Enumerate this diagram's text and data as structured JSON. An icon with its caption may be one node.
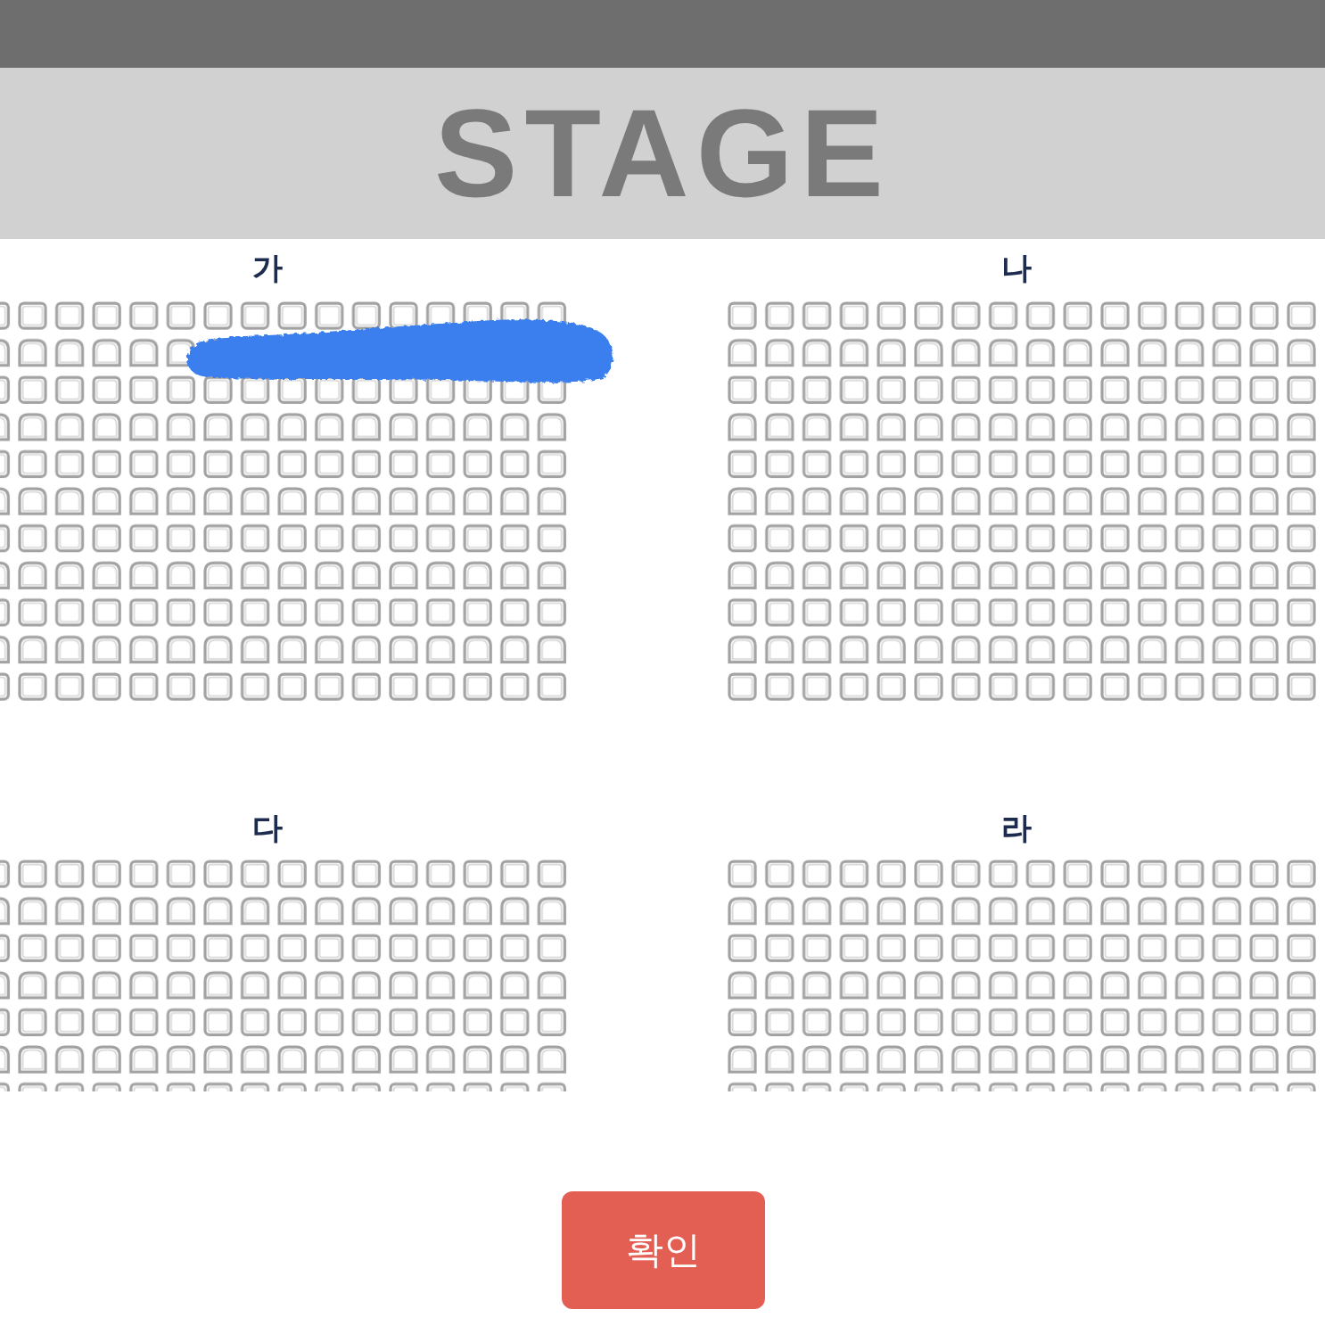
{
  "diagram": {
    "nodes": [
      {
        "text": [
          "STAGE"
        ]
      },
      {
        "text": [
          "가"
        ]
      },
      {
        "text": [
          "나"
        ]
      },
      {
        "text": [
          "다"
        ]
      },
      {
        "text": [
          "라"
        ]
      },
      {
        "text": [
          "확인"
        ]
      }
    ]
  }
}
